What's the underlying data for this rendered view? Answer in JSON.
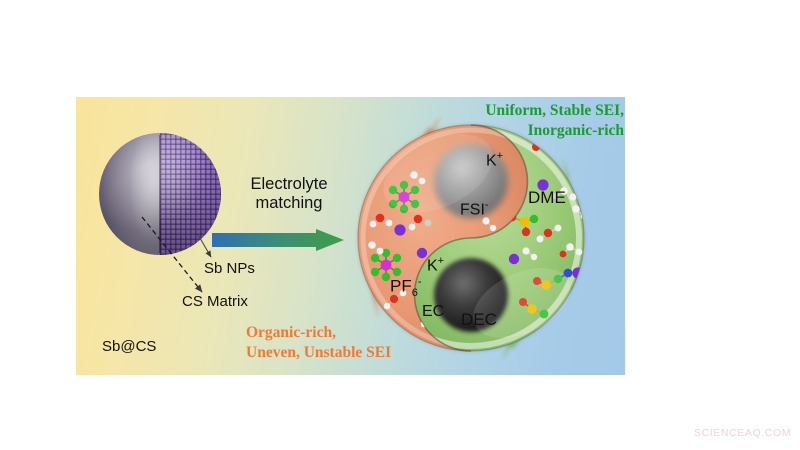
{
  "figure": {
    "panel_background": {
      "left_color": "#f8e49a",
      "right_color": "#a3c9e9"
    },
    "left_material": {
      "sphere_name": "sb-at-cs-particle",
      "gray_half_color": "#7d7689",
      "purple_half_color": "#8d6fbb",
      "labels": {
        "sb_nps": "Sb NPs",
        "cs_matrix": "CS Matrix",
        "composite": "Sb@CS"
      }
    },
    "arrow": {
      "label_line1": "Electrolyte",
      "label_line2": "matching",
      "gradient_start": "#2f6fb5",
      "gradient_end": "#3f9e45"
    },
    "yin_yang": {
      "orange_lobe": {
        "color": "#e79873",
        "particle_color": "#2b2b2b",
        "species": [
          {
            "name": "pf6-anion",
            "label": "PF",
            "sub": "6",
            "sup": "-"
          },
          {
            "name": "potassium-cation",
            "label": "K",
            "sup": "+"
          },
          {
            "name": "ethylene-carbonate",
            "label": "EC"
          },
          {
            "name": "diethyl-carbonate",
            "label": "DEC"
          }
        ]
      },
      "green_lobe": {
        "color": "#9dcc7c",
        "particle_color": "#8c8c8c",
        "species": [
          {
            "name": "fsi-anion",
            "label": "FSI",
            "sup": "-"
          },
          {
            "name": "potassium-cation",
            "label": "K",
            "sup": "+"
          },
          {
            "name": "dimethoxyethane",
            "label": "DME"
          }
        ]
      }
    },
    "callouts": {
      "green_line1": "Uniform, Stable SEI,",
      "green_line2": "Inorganic-rich",
      "green_color": "#1e9a33",
      "orange_line1": "Organic-rich,",
      "orange_line2": "Uneven, Unstable SEI",
      "orange_color": "#ef7a37"
    }
  },
  "watermark": {
    "text": "SCIENCEAQ.COM",
    "color": "#f0d2d6"
  }
}
